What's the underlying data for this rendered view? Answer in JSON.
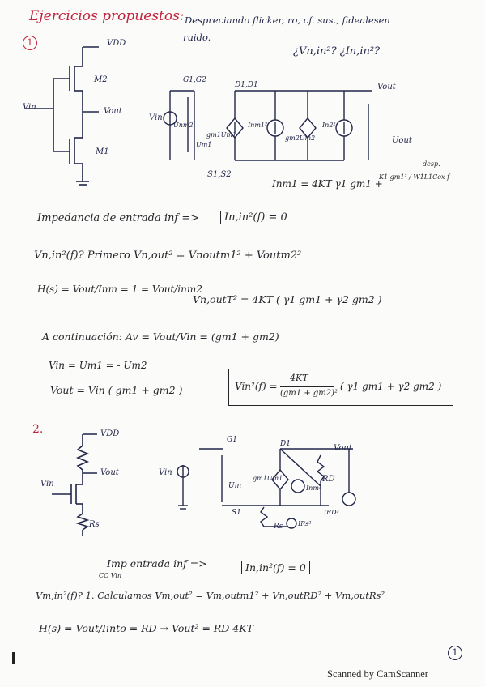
{
  "header": {
    "title": "Ejercicios propuestos:",
    "note_line1": "Despreciando flicker, ro, cf. sus., fidealesen",
    "note_line2": "ruido.",
    "question": "¿Vn,in²? ¿In,in²?"
  },
  "exercise1": {
    "number": "1",
    "labels": {
      "vdd": "VDD",
      "m2": "M2",
      "vout": "Vout",
      "vin": "Vin",
      "m1": "M1",
      "g": "G1,G2",
      "d": "D1,D1",
      "s": "S1,S2",
      "vin_small": "Vin",
      "vout_small": "Vout",
      "uout": "Uout",
      "src_a": "Unm2",
      "src_b": "gm1Um1",
      "src_c": "Inm1²",
      "src_d": "gm2Um2",
      "src_e": "In2²",
      "um1": "Um1"
    },
    "noise_current": "Inm1 = 4KT γ1 gm1 +",
    "crossed_term": "K1 gm1² / W1L1Cox f",
    "desp": "desp.",
    "input_impedance": "Impedancia de entrada inf =>",
    "input_impedance_box": "In,in²(f) = 0",
    "vn_question": "Vn,in²(f)? Primero Vn,out² = Vnoutm1² + Voutm2²",
    "transfer": "H(s) = Vout/Inm = 1 = Vout/inm2",
    "noise_out": "Vn,outT² = 4KT ( γ1 gm1 + γ2 gm2 )",
    "gain": "A continuación:  Av = Vout/Vin = (gm1 + gm2)",
    "vin_eq": "Vin = Um1 = - Um2",
    "vout_eq": "Vout = Vin ( gm1 + gm2 )",
    "result_lhs": "Vin²(f) =",
    "result_num": "4KT",
    "result_den": "(gm1 + gm2)²",
    "result_rhs": "( γ1 gm1 + γ2 gm2 )"
  },
  "exercise2": {
    "number": "2.",
    "labels": {
      "vdd": "VDD",
      "vout": "Vout",
      "vin": "Vin",
      "rs": "Rs",
      "rd": "RD",
      "g": "G1",
      "d": "D1",
      "s": "S1",
      "vout_small": "Vout",
      "vin_small": "Vin",
      "um": "Um",
      "src_gm": "gm1Um1",
      "src_n": "Inm²",
      "src_rs": "Rs",
      "src_irs": "IRs²",
      "src_ird": "IRD²"
    },
    "input_impedance": "Imp entrada inf =>",
    "input_impedance_box": "In,in²(f) = 0",
    "ccvin": "CC Vin",
    "vn_question": "Vm,in²(f)? 1. Calculamos Vm,out² = Vm,outm1² + Vn,outRD² + Vm,outRs²",
    "transfer": "H(s) = Vout/Iinto = RD  →  Vout² = RD 4KT"
  },
  "page_number": "1",
  "footer": "Scanned by CamScanner"
}
